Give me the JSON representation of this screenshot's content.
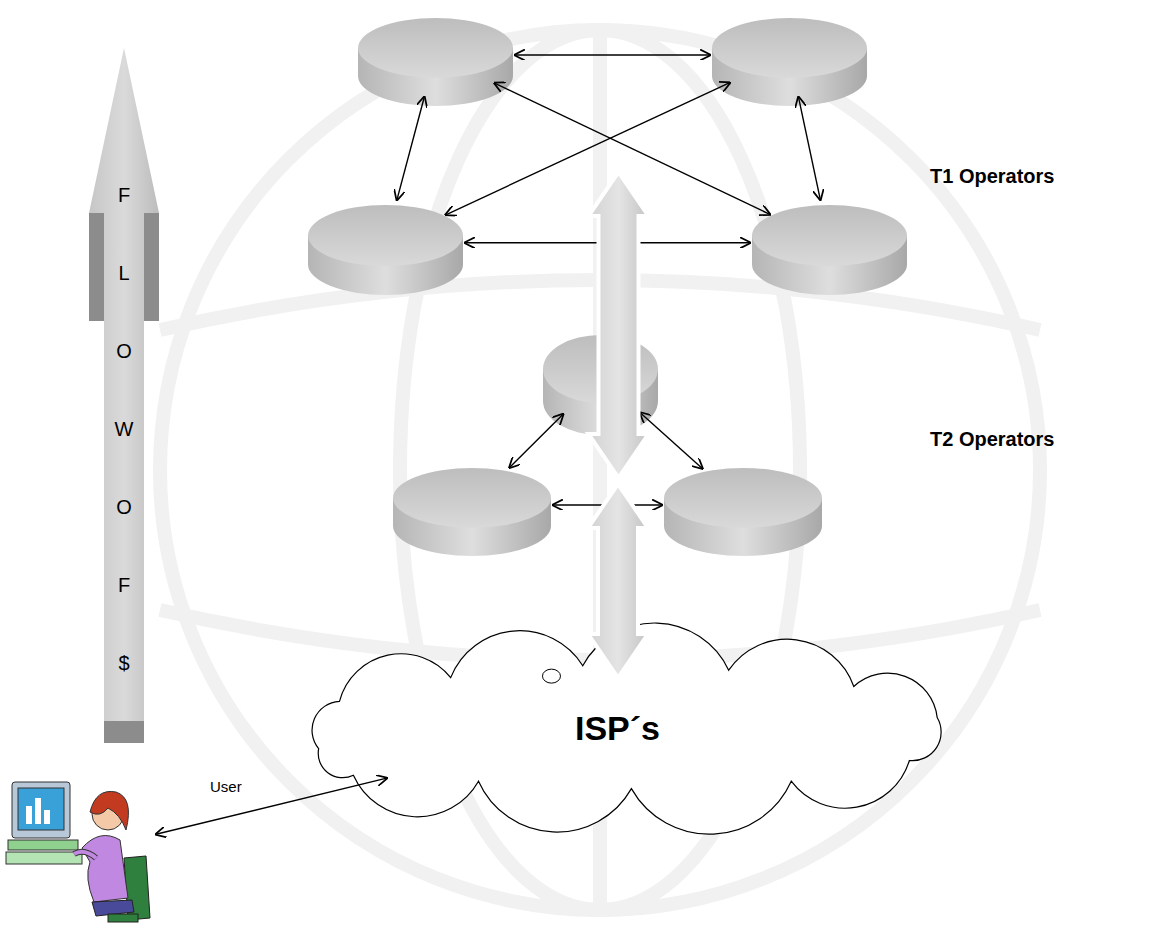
{
  "diagram": {
    "nodes": [
      {
        "text": []
      },
      {
        "text": []
      },
      {
        "text": []
      },
      {
        "text": []
      },
      {
        "text": []
      },
      {
        "text": []
      },
      {
        "text": []
      },
      {
        "text": [
          "ISP´s"
        ]
      },
      {
        "text": [
          "User"
        ]
      },
      {
        "text": [
          "FLOW OF $"
        ]
      }
    ],
    "edges": [
      {
        "from": 0,
        "to": 1,
        "arrow": "both"
      },
      {
        "from": 0,
        "to": 2,
        "arrow": "both"
      },
      {
        "from": 0,
        "to": 3,
        "arrow": "both"
      },
      {
        "from": 1,
        "to": 2,
        "arrow": "both"
      },
      {
        "from": 1,
        "to": 3,
        "arrow": "both"
      },
      {
        "from": 2,
        "to": 3,
        "arrow": "both"
      },
      {
        "from": 4,
        "to": 5,
        "arrow": "both"
      },
      {
        "from": 4,
        "to": 6,
        "arrow": "both"
      },
      {
        "from": 5,
        "to": 6,
        "arrow": "both"
      },
      {
        "from": 0,
        "to": 4,
        "arrow": "both"
      },
      {
        "from": 4,
        "to": 7,
        "arrow": "both"
      },
      {
        "from": 8,
        "to": 7,
        "arrow": "both"
      }
    ],
    "labels": [
      "T1 Operators",
      "T2 Operators"
    ]
  }
}
